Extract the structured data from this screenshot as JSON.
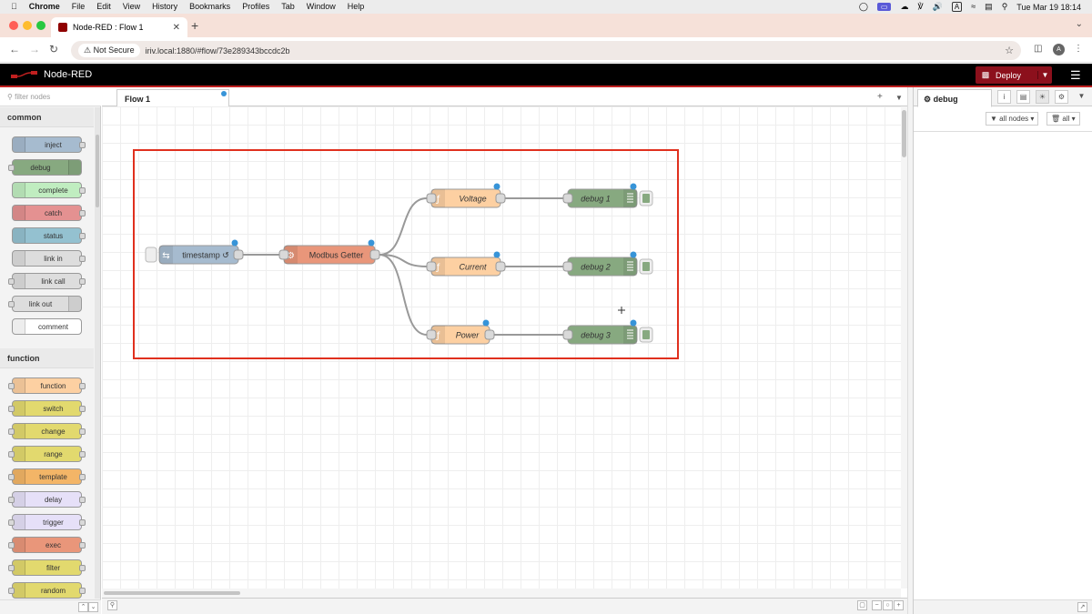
{
  "menubar": {
    "app": "Chrome",
    "items": [
      "File",
      "Edit",
      "View",
      "History",
      "Bookmarks",
      "Profiles",
      "Tab",
      "Window",
      "Help"
    ],
    "clock": "Tue Mar 19  18:14",
    "input_source": "A"
  },
  "browser": {
    "tab_title": "Node-RED : Flow 1",
    "security_label": "Not Secure",
    "url": "iriv.local:1880/#flow/73e289343bccdc2b",
    "profile_initial": "A"
  },
  "nodered": {
    "brand": "Node-RED",
    "deploy_label": "Deploy",
    "palette": {
      "filter_placeholder": "filter nodes",
      "categories": [
        {
          "name": "common",
          "nodes": [
            {
              "label": "inject",
              "color": "#a6bbcf",
              "icon_side": "left",
              "in": false,
              "out": true
            },
            {
              "label": "debug",
              "color": "#87a980",
              "icon_side": "right",
              "in": true,
              "out": false
            },
            {
              "label": "complete",
              "color": "#c0edc0",
              "icon_side": "left",
              "in": false,
              "out": true
            },
            {
              "label": "catch",
              "color": "#e49191",
              "icon_side": "left",
              "in": false,
              "out": true
            },
            {
              "label": "status",
              "color": "#94c1d0",
              "icon_side": "left",
              "in": false,
              "out": true
            },
            {
              "label": "link in",
              "color": "#dddddd",
              "icon_side": "left",
              "in": false,
              "out": true
            },
            {
              "label": "link call",
              "color": "#dddddd",
              "icon_side": "left",
              "in": true,
              "out": true
            },
            {
              "label": "link out",
              "color": "#dddddd",
              "icon_side": "right",
              "in": true,
              "out": false
            },
            {
              "label": "comment",
              "color": "#ffffff",
              "icon_side": "left",
              "in": false,
              "out": false
            }
          ]
        },
        {
          "name": "function",
          "nodes": [
            {
              "label": "function",
              "color": "#fdd0a2",
              "icon_side": "left",
              "in": true,
              "out": true
            },
            {
              "label": "switch",
              "color": "#e2d96e",
              "icon_side": "left",
              "in": true,
              "out": true
            },
            {
              "label": "change",
              "color": "#e2d96e",
              "icon_side": "left",
              "in": true,
              "out": true
            },
            {
              "label": "range",
              "color": "#e2d96e",
              "icon_side": "left",
              "in": true,
              "out": true
            },
            {
              "label": "template",
              "color": "#f3b567",
              "icon_side": "left",
              "in": true,
              "out": true
            },
            {
              "label": "delay",
              "color": "#e6e0f8",
              "icon_side": "left",
              "in": true,
              "out": true
            },
            {
              "label": "trigger",
              "color": "#e6e0f8",
              "icon_side": "left",
              "in": true,
              "out": true
            },
            {
              "label": "exec",
              "color": "#e9967a",
              "icon_side": "left",
              "in": true,
              "out": true
            },
            {
              "label": "filter",
              "color": "#e2d96e",
              "icon_side": "left",
              "in": true,
              "out": true
            },
            {
              "label": "random",
              "color": "#e2d96e",
              "icon_side": "left",
              "in": true,
              "out": true
            }
          ]
        }
      ]
    },
    "workspace": {
      "tab_label": "Flow 1"
    },
    "flow_nodes": [
      {
        "id": "ts",
        "label": "timestamp ↺",
        "color": "#a6bbcf",
        "italic": false
      },
      {
        "id": "modbus",
        "label": "Modbus Getter",
        "color": "#e9967a",
        "italic": false
      },
      {
        "id": "voltage",
        "label": "Voltage",
        "color": "#fdd0a2",
        "italic": true
      },
      {
        "id": "current",
        "label": "Current",
        "color": "#fdd0a2",
        "italic": true
      },
      {
        "id": "power",
        "label": "Power",
        "color": "#fdd0a2",
        "italic": true
      },
      {
        "id": "debug1",
        "label": "debug 1",
        "color": "#87a980",
        "italic": true
      },
      {
        "id": "debug2",
        "label": "debug 2",
        "color": "#87a980",
        "italic": true
      },
      {
        "id": "debug3",
        "label": "debug 3",
        "color": "#87a980",
        "italic": true
      }
    ],
    "wires": [
      [
        "ts",
        "modbus"
      ],
      [
        "modbus",
        "voltage"
      ],
      [
        "modbus",
        "current"
      ],
      [
        "modbus",
        "power"
      ],
      [
        "voltage",
        "debug1"
      ],
      [
        "current",
        "debug2"
      ],
      [
        "power",
        "debug3"
      ]
    ],
    "highlight_color": "#e0301e",
    "sidebar": {
      "tab_label": "debug",
      "filter_label": "all nodes",
      "clear_label": "all"
    }
  }
}
